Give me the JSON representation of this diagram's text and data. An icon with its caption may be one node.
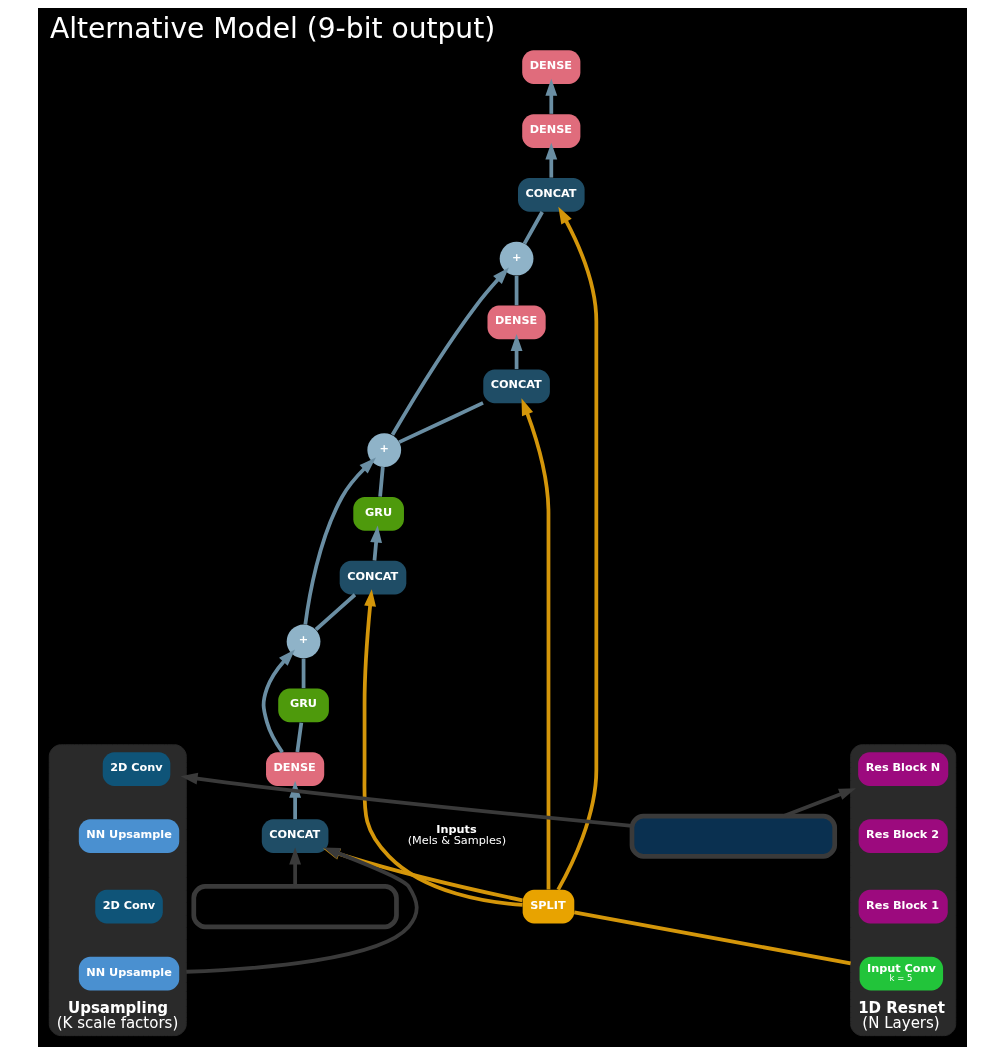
{
  "diagram": {
    "title": "Alternative Model (9-bit output)",
    "nodes": [
      {
        "text": [
          "DENSE"
        ]
      },
      {
        "text": [
          "GRU"
        ]
      },
      {
        "text": [
          "+"
        ]
      },
      {
        "text": [
          "CONCAT"
        ]
      },
      {
        "text": [
          "GRU"
        ]
      },
      {
        "text": [
          "+"
        ]
      },
      {
        "text": [
          "CONCAT"
        ]
      },
      {
        "text": [
          "DENSE"
        ]
      },
      {
        "text": [
          "+"
        ]
      },
      {
        "text": [
          "CONCAT"
        ]
      },
      {
        "text": [
          "DENSE"
        ]
      },
      {
        "text": [
          "DENSE"
        ]
      },
      {
        "text": [
          "CONCAT"
        ]
      },
      {
        "text": [
          "SPLIT"
        ]
      },
      {
        "text": [
          "1D Resnet",
          "(N Layers)"
        ]
      },
      {
        "text": [
          "Res Block N"
        ],
        "in": 14
      },
      {
        "text": [
          "Res Block 2"
        ],
        "in": 14
      },
      {
        "text": [
          "Res Block 1"
        ],
        "in": 14
      },
      {
        "text": [
          "Input Conv",
          "k = 5"
        ],
        "in": 14
      },
      {
        "text": [
          "Upsampling",
          "(K scale factors)"
        ]
      },
      {
        "text": [
          "2D Conv"
        ],
        "in": 19
      },
      {
        "text": [
          "NN Upsample"
        ],
        "in": 19
      },
      {
        "text": [
          "2D Conv"
        ],
        "in": 19
      },
      {
        "text": [
          "NN Upsample"
        ],
        "in": 19
      },
      {
        "text": [],
        "shape": "box",
        "beside": [
          "Inputs",
          "(Mels & Samples)"
        ]
      },
      {
        "text": [],
        "shape": "box"
      }
    ],
    "edges": [
      {
        "from": 0,
        "to": 1,
        "arrow": "none"
      },
      {
        "from": 1,
        "to": 2,
        "arrow": "none"
      },
      {
        "from": 0,
        "to": 2,
        "arrow": "to"
      },
      {
        "from": 2,
        "to": 3,
        "arrow": "none"
      },
      {
        "from": 3,
        "to": 4,
        "arrow": "to"
      },
      {
        "from": 4,
        "to": 5,
        "arrow": "none"
      },
      {
        "from": 2,
        "to": 5,
        "arrow": "to"
      },
      {
        "from": 5,
        "to": 6,
        "arrow": "none"
      },
      {
        "from": 6,
        "to": 7,
        "arrow": "to"
      },
      {
        "from": 7,
        "to": 8,
        "arrow": "none"
      },
      {
        "from": 5,
        "to": 8,
        "arrow": "to"
      },
      {
        "from": 8,
        "to": 9,
        "arrow": "none"
      },
      {
        "from": 9,
        "to": 10,
        "arrow": "to"
      },
      {
        "from": 10,
        "to": 11,
        "arrow": "to"
      },
      {
        "from": 12,
        "to": 0,
        "arrow": "to"
      },
      {
        "from": 13,
        "to": 12,
        "arrow": "to",
        "color": "#d4960a"
      },
      {
        "from": 13,
        "to": 3,
        "arrow": "to",
        "color": "#d4960a"
      },
      {
        "from": 13,
        "to": 6,
        "arrow": "to",
        "color": "#d4960a"
      },
      {
        "from": 13,
        "to": 9,
        "arrow": "to",
        "color": "#d4960a"
      },
      {
        "from": 14,
        "to": 13,
        "arrow": "none",
        "color": "#d4960a"
      },
      {
        "from": 19,
        "to": 12,
        "arrow": "to",
        "color": "#3a3a3a"
      },
      {
        "from": 25,
        "to": 12,
        "arrow": "to",
        "color": "#3a3a3a"
      },
      {
        "from": 24,
        "to": 14,
        "arrow": "to",
        "color": "#3a3a3a"
      },
      {
        "from": 24,
        "to": 19,
        "arrow": "to",
        "color": "#3a3a3a"
      }
    ]
  }
}
